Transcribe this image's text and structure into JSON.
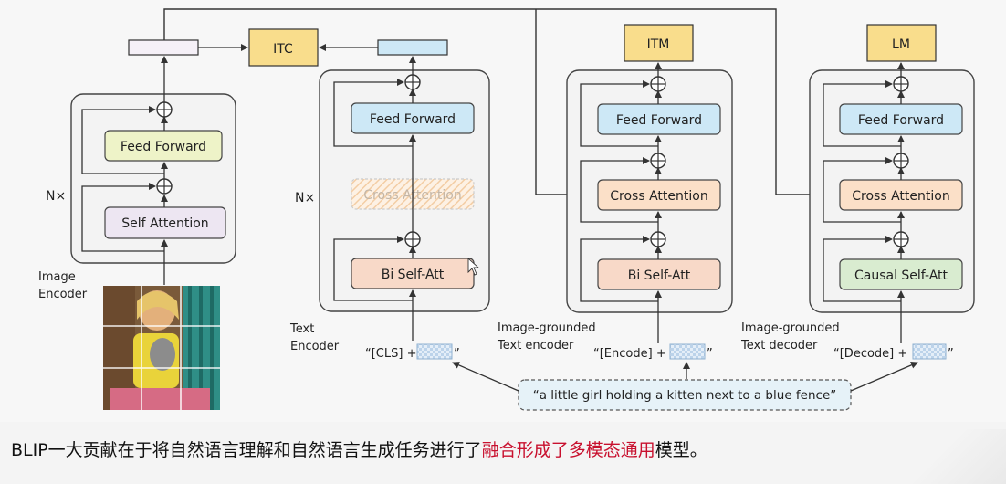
{
  "outputs": {
    "itc": "ITC",
    "itm": "ITM",
    "lm": "LM"
  },
  "image_encoder": {
    "repeat": "N×",
    "feed_forward": "Feed Forward",
    "self_attention": "Self Attention",
    "label_line1": "Image",
    "label_line2": "Encoder"
  },
  "text_encoder": {
    "repeat": "N×",
    "feed_forward": "Feed Forward",
    "cross_attention": "Cross Attention",
    "bi_self_att": "Bi Self-Att",
    "label_line1": "Text",
    "label_line2": "Encoder",
    "token_prefix": "“[CLS] +",
    "token_suffix": "”"
  },
  "grounded_encoder": {
    "feed_forward": "Feed Forward",
    "cross_attention": "Cross Attention",
    "bi_self_att": "Bi Self-Att",
    "label_line1": "Image-grounded",
    "label_line2": "Text encoder",
    "token_prefix": "“[Encode] +",
    "token_suffix": "”"
  },
  "grounded_decoder": {
    "feed_forward": "Feed Forward",
    "cross_attention": "Cross Attention",
    "causal_self_att": "Causal Self-Att",
    "label_line1": "Image-grounded",
    "label_line2": "Text decoder",
    "token_prefix": "“[Decode] +",
    "token_suffix": "”"
  },
  "input_text": "“a little girl holding a kitten next to a blue fence”",
  "caption": {
    "before": "BLIP一大贡献在于将自然语言理解和自然语言生成任务进行了",
    "highlight": "融合形成了多模态通用",
    "after": "模型。"
  },
  "colors": {
    "feed_forward_image": "#eef3c8",
    "self_attention": "#ede6f2",
    "feed_forward_text": "#cde8f6",
    "cross_attention": "#fbe0c8",
    "bi_self_att": "#f8d9c8",
    "causal_self_att": "#d9ecd0",
    "output_box": "#f9dd8c",
    "caption_highlight": "#c8102e"
  }
}
